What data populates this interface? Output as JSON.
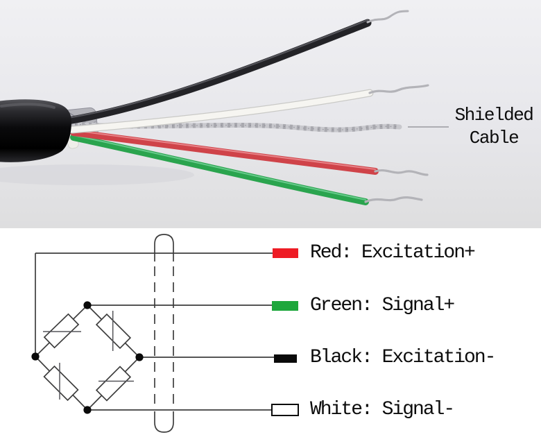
{
  "photo": {
    "label_line1": "Shielded",
    "label_line2": "Cable",
    "wire_colors": {
      "sheath": "#0a0a0c",
      "black_wire": "#232327",
      "white_wire": "#f6f5f1",
      "shield_wire": "#c8c8cd",
      "red_wire": "#cf4349",
      "green_wire": "#2aa44e",
      "tinned_tip": "#b3b3b8",
      "background": "#e9e9ed"
    }
  },
  "diagram": {
    "line_color": "#3d3d3d",
    "legend": [
      {
        "name": "red",
        "label": "Red: Excitation+",
        "fill": "#ee1c25",
        "stroke": "#c8151d"
      },
      {
        "name": "green",
        "label": "Green: Signal+",
        "fill": "#1ea73c",
        "stroke": "#168a2f"
      },
      {
        "name": "black",
        "label": "Black: Excitation-",
        "fill": "#0a0a0a",
        "stroke": "#0a0a0a"
      },
      {
        "name": "white",
        "label": "White: Signal-",
        "fill": "#ffffff",
        "stroke": "#0a0a0a"
      }
    ]
  }
}
